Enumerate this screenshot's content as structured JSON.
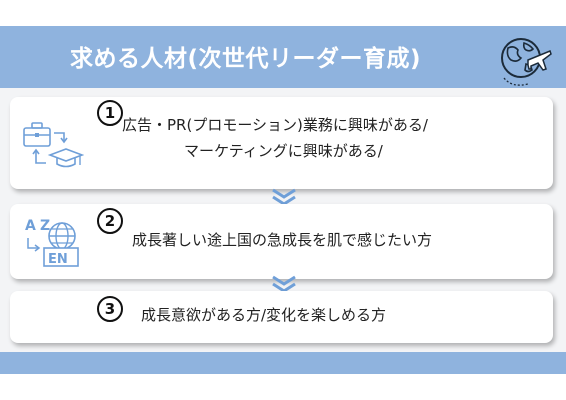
{
  "header": {
    "title": "求める人材(次世代リーダー育成)"
  },
  "items": [
    {
      "number": "1",
      "line1": "広告・PR(プロモーション)業務に興味がある/",
      "line2": "マーケティングに興味がある/"
    },
    {
      "number": "2",
      "text": "成長著しい途上国の急成長を肌で感じたい方"
    },
    {
      "number": "3",
      "text": "成長意欲がある方/変化を楽しめる方"
    }
  ],
  "icons": {
    "item1": "briefcase-graduation-icon",
    "item2": "language-translation-icon",
    "header": "globe-airplane-icon"
  },
  "translation_icon_labels": {
    "a": "A",
    "z": "Z",
    "en": "EN"
  },
  "colors": {
    "banner": "#8fb3de",
    "accent": "#6f9fd8",
    "card": "#ffffff",
    "background": "#f3f4f6"
  }
}
